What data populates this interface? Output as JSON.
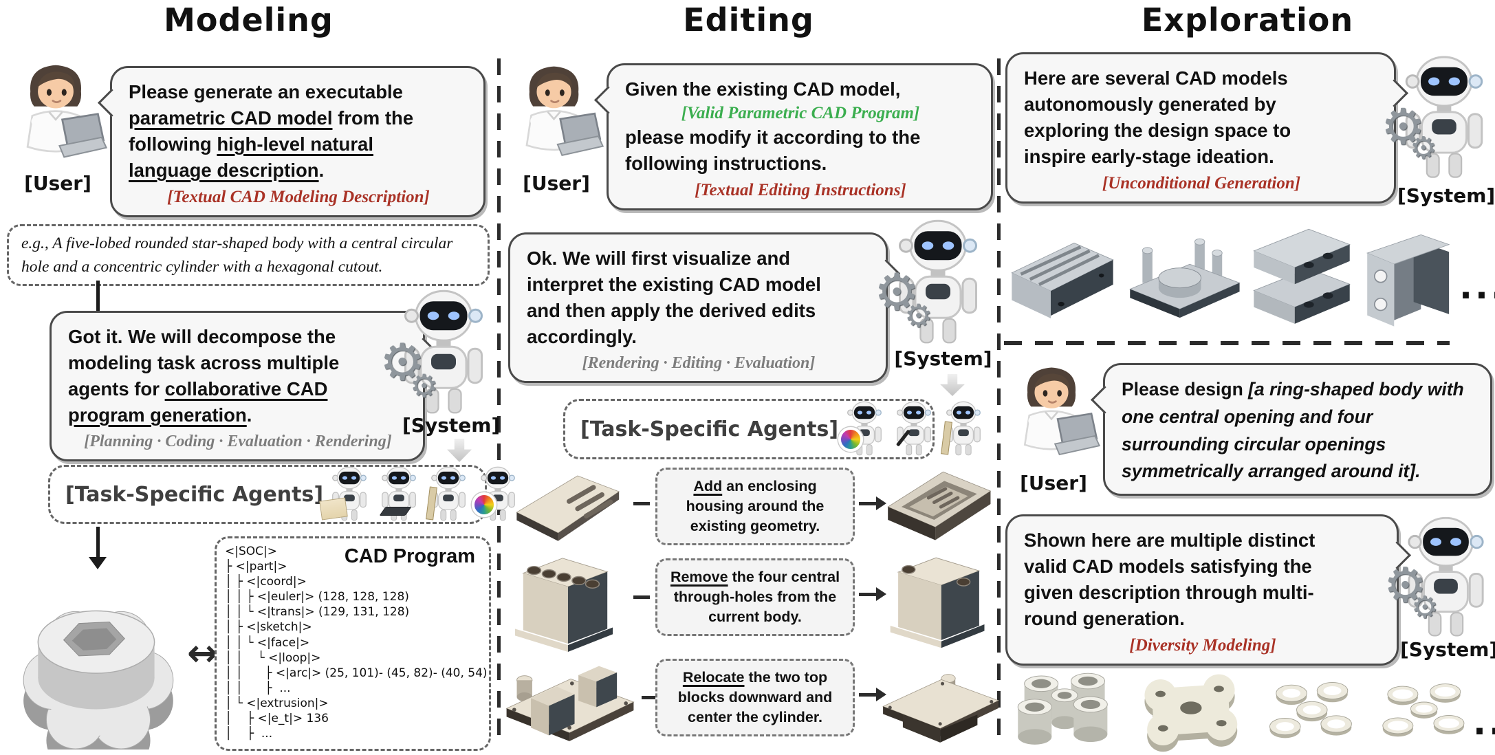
{
  "colors": {
    "accent_red": "#A93226",
    "accent_green": "#3BAE4F",
    "tag_gray": "#7d7d7d"
  },
  "labels": {
    "user": "[User]",
    "system": "[System]",
    "task_agents": "[Task-Specific Agents]"
  },
  "misc": {
    "ellipsis": "...",
    "double_arrow": "↔",
    "gear_glyph": "⚙"
  },
  "modeling": {
    "title": "Modeling",
    "user_bubble": {
      "l1": "Please generate an executable",
      "u1": "parametric CAD model",
      "l2b": " from the",
      "l3a": "following ",
      "u2": "high-level natural",
      "u3": "language description",
      "l4b": ".",
      "tag": "[Textual CAD Modeling Description]"
    },
    "example": "e.g., A five-lobed rounded star-shaped body with a central circular hole and a concentric cylinder with a hexagonal cutout.",
    "system_bubble": {
      "l1": "Got it. We will decompose the",
      "l2": "modeling task across multiple",
      "l3a": "agents for ",
      "u1": "collaborative CAD",
      "u2": "program generation",
      "l4b": ".",
      "tag": "[Planning · Coding · Evaluation · Rendering]"
    },
    "cad_program": {
      "title": "CAD Program",
      "tree": [
        "<|SOC|>",
        "├ <|part|>",
        "│ ├ <|coord|>",
        "│ │ ├ <|euler|> (128, 128, 128)",
        "│ │ └ <|trans|> (129, 131, 128)",
        "│ ├ <|sketch|>",
        "│ │ └ <|face|>",
        "│ │    └ <|loop|>",
        "│ │      ├ <|arc|> (25, 101)- (45, 82)- (40, 54)",
        "│ │      ├  ...",
        "│ └ <|extrusion|>",
        "│    ├ <|e_t|> 136",
        "│    ├  ..."
      ]
    }
  },
  "editing": {
    "title": "Editing",
    "user_bubble": {
      "l1": "Given the existing CAD model,",
      "green_tag": "[Valid Parametric CAD Program]",
      "l2": "please modify it according to the",
      "l3": "following instructions.",
      "tag": "[Textual Editing Instructions]"
    },
    "system_bubble": {
      "l1": "Ok. We will first visualize and",
      "l2": "interpret the existing CAD model",
      "l3": "and then apply the derived edits",
      "l4": "accordingly.",
      "tag": "[Rendering · Editing · Evaluation]"
    },
    "rows": [
      {
        "keyword": "Add",
        "rest": " an enclosing housing around the existing geometry."
      },
      {
        "keyword": "Remove",
        "rest": " the four central through-holes from the current body."
      },
      {
        "keyword": "Relocate",
        "rest": " the two top blocks downward and center the cylinder."
      }
    ]
  },
  "exploration": {
    "title": "Exploration",
    "system_bubble_1": {
      "l1": "Here are several CAD models",
      "l2": "autonomously generated by",
      "l3": "exploring the design space to",
      "l4": "inspire early-stage ideation.",
      "tag": "[Unconditional Generation]"
    },
    "user_bubble": {
      "bold": "Please design ",
      "italic": "[a ring-shaped body with one central opening and four surrounding circular openings symmetrically arranged around it]."
    },
    "system_bubble_2": {
      "l1": "Shown here are multiple distinct",
      "l2": "valid CAD models satisfying the",
      "l3": "given description through multi-",
      "l4": "round generation.",
      "tag": "[Diversity Modeling]"
    }
  }
}
